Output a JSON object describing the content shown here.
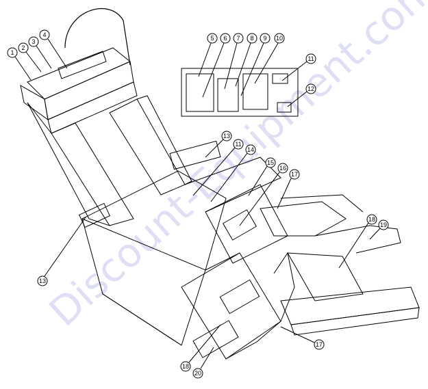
{
  "diagram": {
    "watermark": "Discount-Equipment.com",
    "callouts": [
      "1",
      "2",
      "3",
      "4",
      "5",
      "6",
      "7",
      "8",
      "9",
      "10",
      "11",
      "12",
      "13",
      "11",
      "14",
      "15",
      "16",
      "17",
      "18",
      "19",
      "13",
      "17",
      "18",
      "20"
    ]
  }
}
